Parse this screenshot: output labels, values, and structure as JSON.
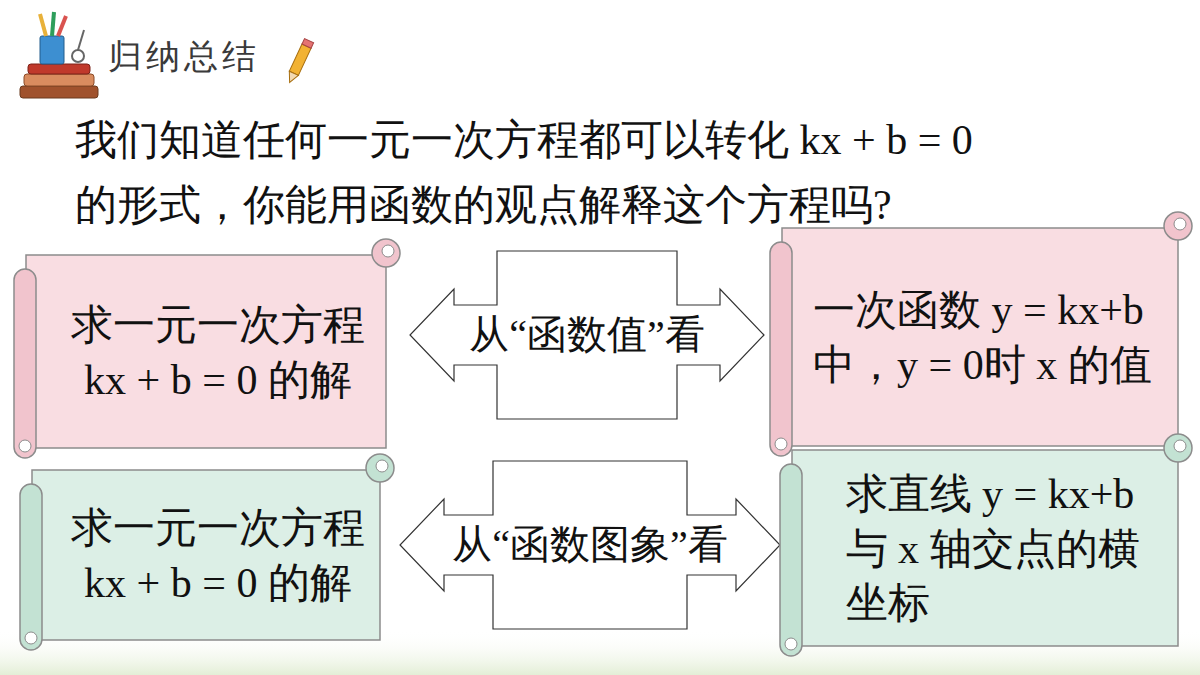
{
  "diagram": {
    "title": "归纳总结",
    "nodes": [
      {
        "text": [
          "求一元一次方程 kx + b = 0 的解"
        ]
      },
      {
        "text": [
          "从“函数值”看"
        ]
      },
      {
        "text": [
          "一次函数 y = kx+b 中，y = 0时 x 的值"
        ]
      },
      {
        "text": [
          "求一元一次方程 kx + b = 0 的解"
        ]
      },
      {
        "text": [
          "从“函数图象”看"
        ]
      },
      {
        "text": [
          "求直线 y = kx+b 与 x 轴交点的横坐标"
        ]
      }
    ],
    "labels": [
      "我们知道任何一元一次方程都可以转化 kx + b = 0 的形式，你能用函数的观点解释这个方程吗?"
    ]
  }
}
